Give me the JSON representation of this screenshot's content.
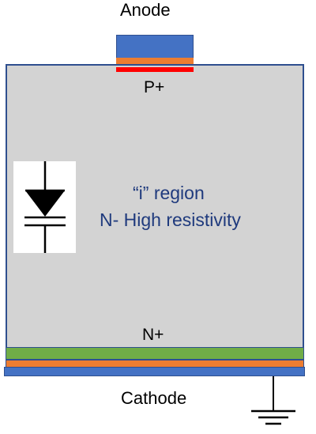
{
  "labels": {
    "anode": "Anode",
    "p_plus": "P+",
    "region_line1": "“i” region",
    "region_line2": "N- High resistivity",
    "n_plus": "N+",
    "cathode": "Cathode"
  },
  "colors": {
    "intrinsic_region": "#d3d3d3",
    "metal_contact": "#4472c4",
    "contact_interface": "#ed7d31",
    "p_plus_layer": "#ff0000",
    "n_plus_layer": "#70ad47",
    "region_text": "#1f3a7d",
    "outline": "#2f4f8f"
  },
  "icons": {
    "diode_symbol": "diode-icon",
    "ground_symbol": "ground-icon"
  }
}
